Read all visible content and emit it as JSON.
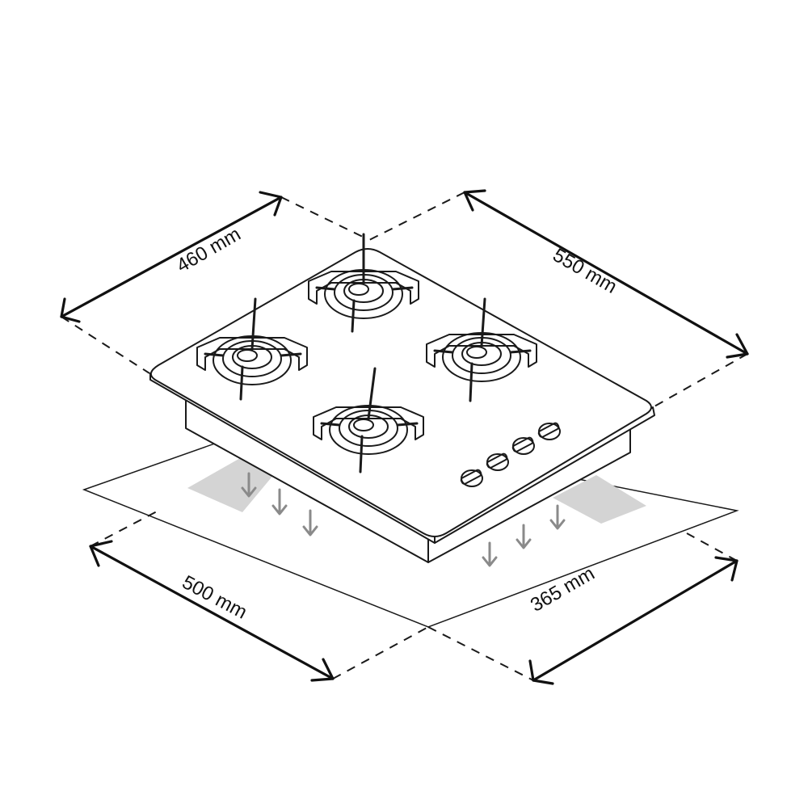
{
  "dimensions": {
    "top_left": "460 mm",
    "top_right": "550 mm",
    "bottom_left": "500 mm",
    "bottom_right": "365 mm"
  },
  "icons": {
    "burner": "gas-burner-icon",
    "knob": "control-knob-icon",
    "airflow": "down-arrow-icon"
  },
  "colors": {
    "line": "#1a1a1a",
    "vent": "#d4d4d4",
    "airflow": "#8a8a8a"
  }
}
